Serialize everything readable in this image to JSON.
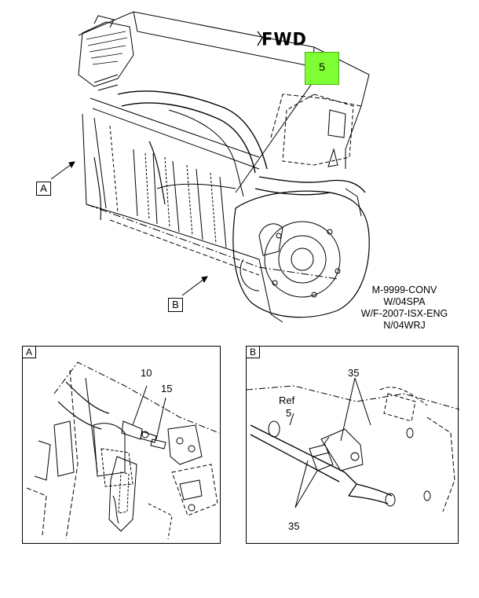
{
  "main_view": {
    "fwd_label": "FWD",
    "callout_green": {
      "label": "5",
      "color": "#7fff33"
    },
    "view_marker_a": "A",
    "view_marker_b": "B",
    "notes": [
      "M-9999-CONV",
      "W/04SPA",
      "W/F-2007-ISX-ENG",
      "N/04WRJ"
    ]
  },
  "detail_a": {
    "tag": "A",
    "labels": {
      "part_10": "10",
      "part_15": "15"
    }
  },
  "detail_b": {
    "tag": "B",
    "labels": {
      "ref": "Ref",
      "ref_num": "5",
      "top_35": "35",
      "bottom_35": "35"
    }
  }
}
